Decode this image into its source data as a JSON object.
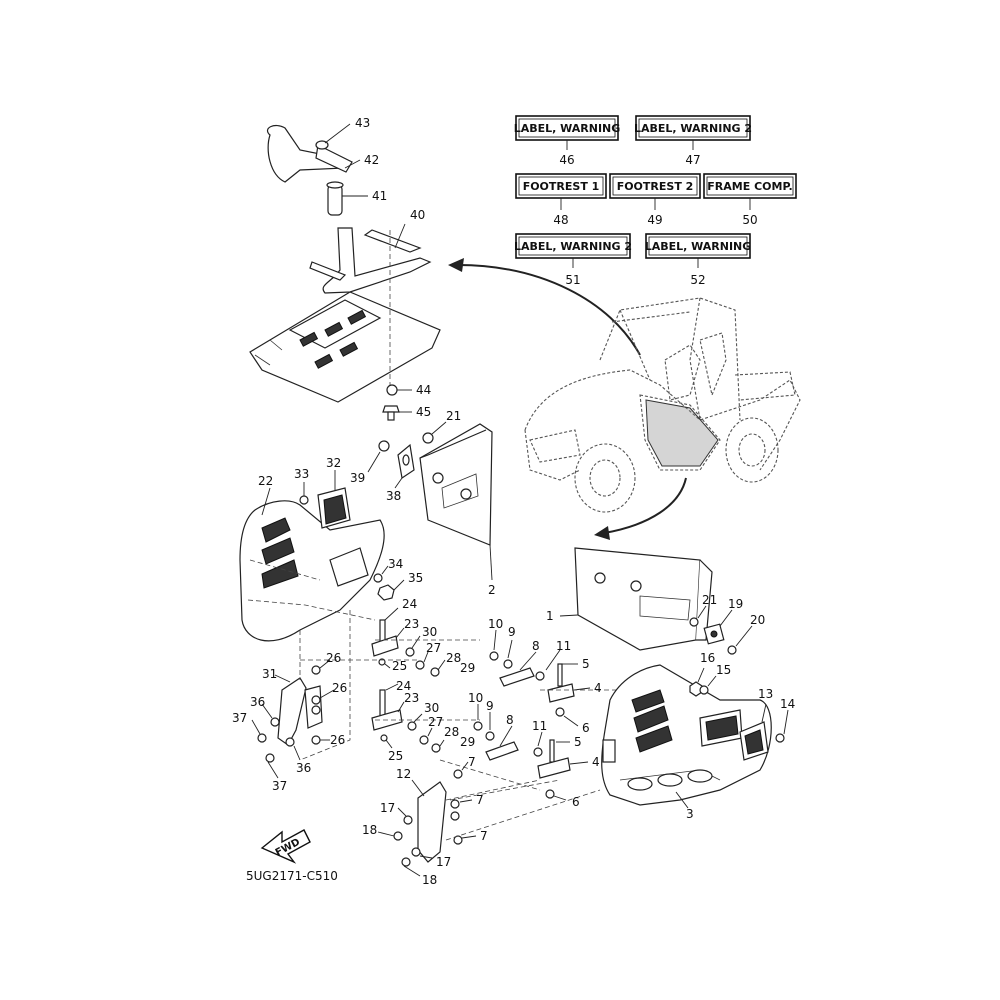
{
  "labels": [
    {
      "text": "LABEL, WARNING",
      "num": "46"
    },
    {
      "text": "LABEL, WARNING 2",
      "num": "47"
    },
    {
      "text": "FOOTREST 1",
      "num": "48"
    },
    {
      "text": "FOOTREST 2",
      "num": "49"
    },
    {
      "text": "FRAME COMP.",
      "num": "50"
    },
    {
      "text": "LABEL, WARNING 2",
      "num": "51"
    },
    {
      "text": "LABEL, WARNING",
      "num": "52"
    }
  ],
  "callouts": [
    "43",
    "42",
    "41",
    "40",
    "44",
    "45",
    "21",
    "39",
    "38",
    "2",
    "33",
    "32",
    "22",
    "34",
    "35",
    "24",
    "23",
    "30",
    "27",
    "28",
    "29",
    "25",
    "26",
    "26",
    "26",
    "31",
    "36",
    "37",
    "36",
    "37",
    "24",
    "23",
    "30",
    "27",
    "28",
    "29",
    "25",
    "10",
    "9",
    "8",
    "11",
    "5",
    "4",
    "6",
    "10",
    "9",
    "8",
    "11",
    "5",
    "4",
    "6",
    "7",
    "7",
    "7",
    "12",
    "17",
    "18",
    "17",
    "18",
    "1",
    "21",
    "19",
    "20",
    "16",
    "15",
    "13",
    "14",
    "3"
  ],
  "fwd_label": "FWD",
  "diagram_code": "5UG2171-C510"
}
